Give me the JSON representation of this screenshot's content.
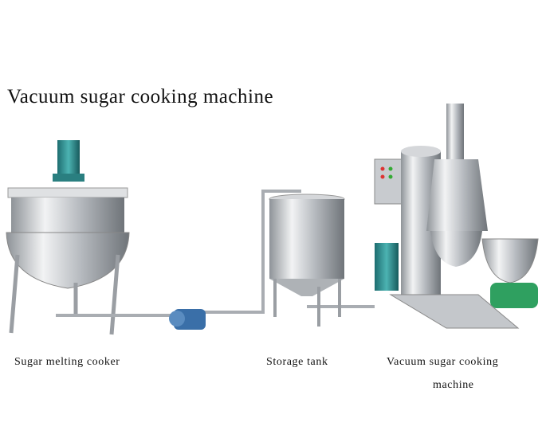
{
  "title": "Vacuum sugar cooking machine",
  "labels": {
    "melting_cooker": "Sugar melting cooker",
    "storage_tank": "Storage tank",
    "vacuum_cooker_line1": "Vacuum sugar cooking",
    "vacuum_cooker_line2": "machine"
  },
  "colors": {
    "steel": "#c9ccd0",
    "motor": "#2a8a8a",
    "pump_blue": "#3a6fa8",
    "motor_green": "#2fa060"
  }
}
